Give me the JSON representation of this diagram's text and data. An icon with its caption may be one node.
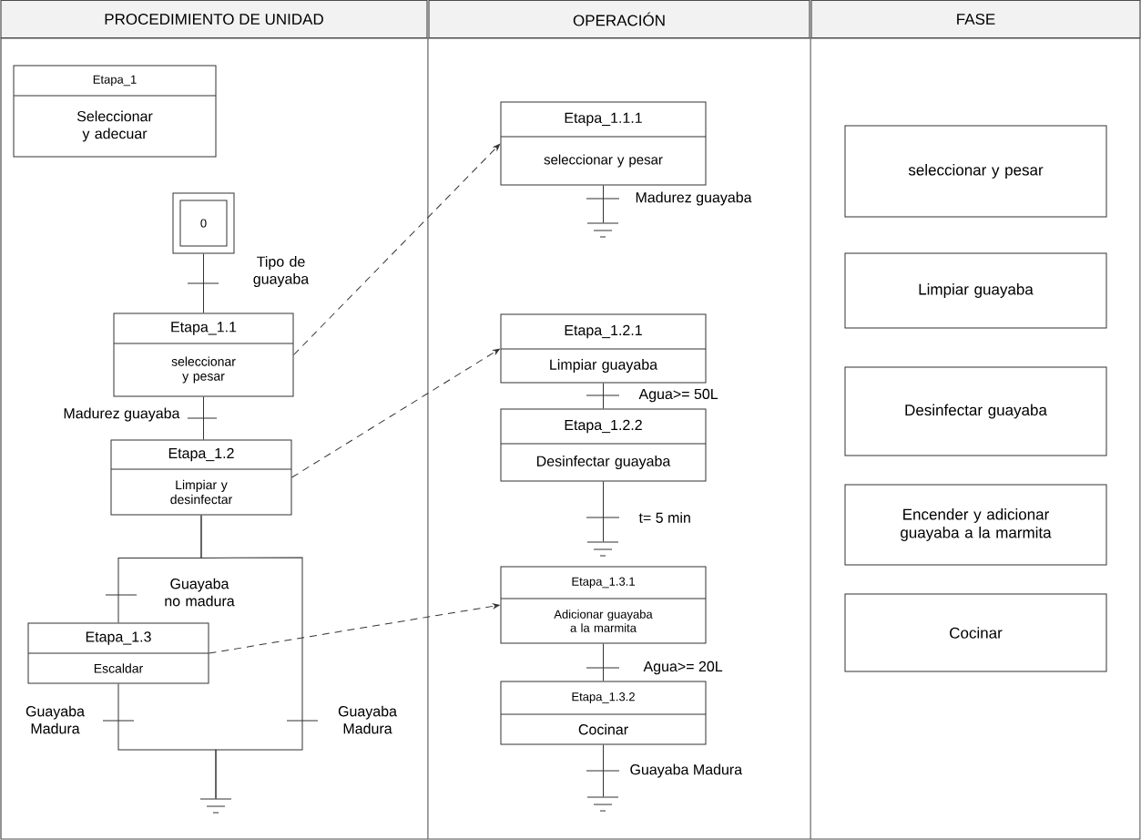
{
  "diagram": {
    "nodes": [
      {
        "text": [
          "Etapa_1",
          "Seleccionar y adecuar"
        ]
      },
      {
        "text": [
          "0"
        ]
      },
      {
        "text": [
          "Etapa_1.1",
          "seleccionar y pesar"
        ]
      },
      {
        "text": [
          "Etapa_1.2",
          "Limpiar y desinfectar"
        ]
      },
      {
        "text": [
          "Etapa_1.3",
          "Escaldar"
        ]
      },
      {
        "text": [],
        "shape": "ground"
      },
      {
        "text": [
          "Etapa_1.1.1",
          "seleccionar y pesar"
        ]
      },
      {
        "text": [],
        "shape": "ground"
      },
      {
        "text": [
          "Etapa_1.2.1",
          "Limpiar guayaba"
        ]
      },
      {
        "text": [
          "Etapa_1.2.2",
          "Desinfectar guayaba"
        ]
      },
      {
        "text": [],
        "shape": "ground"
      },
      {
        "text": [
          "Etapa_1.3.1",
          "Adicionar guayaba a la marmita"
        ]
      },
      {
        "text": [
          "Etapa_1.3.2",
          "Cocinar"
        ]
      },
      {
        "text": [],
        "shape": "ground"
      },
      {
        "text": [
          "seleccionar y pesar"
        ]
      },
      {
        "text": [
          "Limpiar guayaba"
        ]
      },
      {
        "text": [
          "Desinfectar guayaba"
        ]
      },
      {
        "text": [
          "Encender y adicionar guayaba a la marmita"
        ]
      },
      {
        "text": [
          "Cocinar"
        ]
      }
    ],
    "edges": [
      {
        "from": 1,
        "to": 2,
        "arrow": "none",
        "label": "Tipo de guayaba"
      },
      {
        "from": 2,
        "to": 3,
        "arrow": "none",
        "label": "Madurez guayaba"
      },
      {
        "from": 3,
        "to": 4,
        "arrow": "none",
        "label": "Guayaba no madura"
      },
      {
        "from": 3,
        "to": 5,
        "arrow": "none",
        "label": "Guayaba Madura"
      },
      {
        "from": 4,
        "to": 5,
        "arrow": "none",
        "label": "Guayaba Madura"
      },
      {
        "from": 2,
        "to": 6,
        "arrow": "to",
        "style": "dashed"
      },
      {
        "from": 3,
        "to": 8,
        "arrow": "to",
        "style": "dashed"
      },
      {
        "from": 4,
        "to": 11,
        "arrow": "to",
        "style": "dashed"
      },
      {
        "from": 6,
        "to": 7,
        "arrow": "none",
        "label": "Madurez guayaba"
      },
      {
        "from": 8,
        "to": 9,
        "arrow": "none",
        "label": "Agua>= 50L"
      },
      {
        "from": 9,
        "to": 10,
        "arrow": "none",
        "label": "t= 5 min"
      },
      {
        "from": 11,
        "to": 12,
        "arrow": "none",
        "label": "Agua>= 20L"
      },
      {
        "from": 12,
        "to": 13,
        "arrow": "none",
        "label": "Guayaba Madura"
      }
    ],
    "labels": [
      "PROCEDIMIENTO DE UNIDAD",
      "OPERACIÓN",
      "FASE"
    ]
  }
}
